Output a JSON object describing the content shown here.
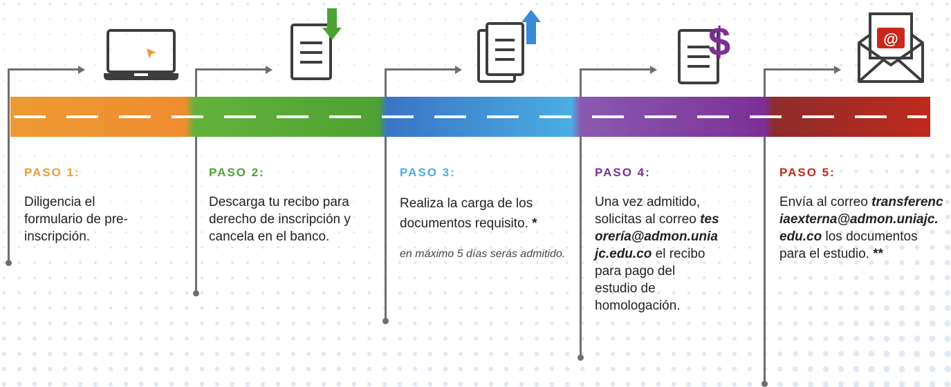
{
  "colors": {
    "step1": "#ee9a34",
    "step2": "#4ea233",
    "step3": "#4aaee2",
    "step4": "#7c2f96",
    "step5": "#bf2a1c",
    "connector": "#6d6e71"
  },
  "steps": [
    {
      "title": "PASO 1:",
      "icon": "laptop-icon",
      "text": "Diligencia el formulario de pre-inscripción."
    },
    {
      "title": "PASO 2:",
      "icon": "download-document-icon",
      "text": "Descarga tu recibo para derecho de inscripción y cancela en el banco."
    },
    {
      "title": "PASO 3:",
      "icon": "upload-documents-icon",
      "text_before": "Realiza la carga de los documentos requisito.",
      "mark": "*",
      "note": "en máximo 5 días serás admitido."
    },
    {
      "title": "PASO 4:",
      "icon": "payment-document-icon",
      "text_before": "Una vez admitido, solicitas al correo",
      "email": "tesorería@admon.uniajc.edu.co",
      "text_after": "el recibo para pago del estudio de homologación."
    },
    {
      "title": "PASO 5:",
      "icon": "email-envelope-icon",
      "text_before": "Envía al correo",
      "email": "transferenciaexterna@admon.uniajc.edu.co",
      "text_after": "los documentos para el estudio.",
      "mark": "**"
    }
  ]
}
